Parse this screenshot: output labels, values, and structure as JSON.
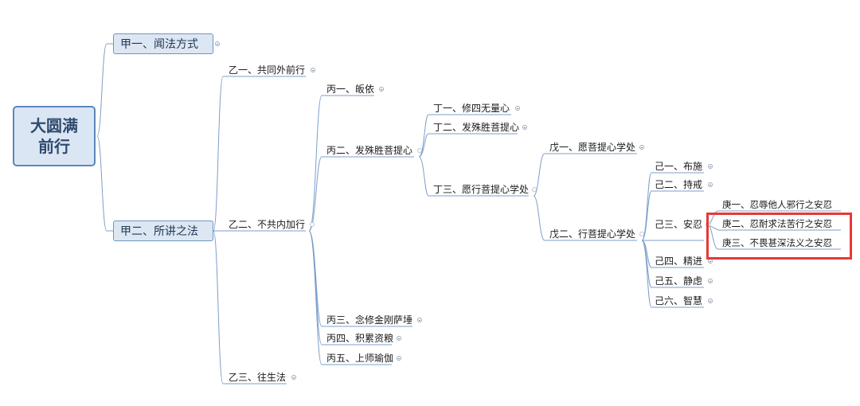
{
  "root": {
    "line1": "大圆满",
    "line2": "前行"
  },
  "level1": [
    {
      "label": "甲一、闻法方式"
    },
    {
      "label": "甲二、所讲之法"
    }
  ],
  "yi": [
    "乙一、共同外前行",
    "乙二、不共内加行",
    "乙三、往生法"
  ],
  "bing": [
    "丙一、皈依",
    "丙二、发殊胜菩提心",
    "丙三、念修金刚萨埵",
    "丙四、积累资粮",
    "丙五、上师瑜伽"
  ],
  "ding": [
    "丁一、修四无量心",
    "丁二、发殊胜菩提心",
    "丁三、愿行菩提心学处"
  ],
  "wu": [
    "戊一、愿菩提心学处",
    "戊二、行菩提心学处"
  ],
  "ji": [
    "己一、布施",
    "己二、持戒",
    "己三、安忍",
    "己四、精进",
    "己五、静虑",
    "己六、智慧"
  ],
  "geng": [
    "庚一、忍辱他人邪行之安忍",
    "庚二、忍耐求法苦行之安忍",
    "庚三、不畏甚深法义之安忍"
  ],
  "colors": {
    "connector": "#7b9fcb",
    "underline": "#5b87bd",
    "highlight": "#e53935"
  }
}
